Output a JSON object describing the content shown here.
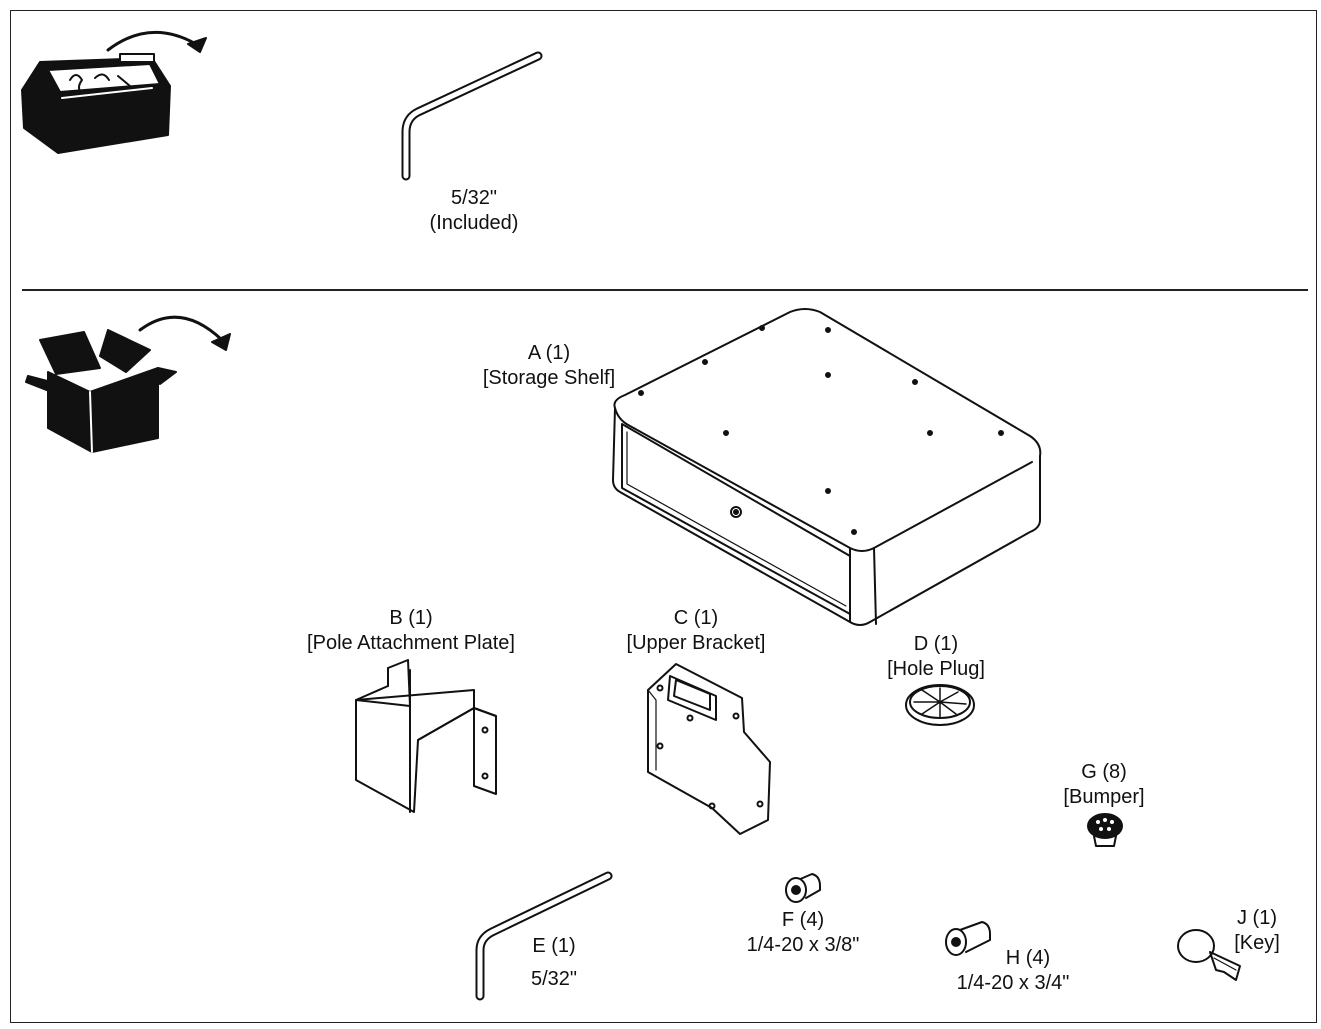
{
  "tools": {
    "hex_key_size": "5/32\"",
    "hex_key_note": "(Included)"
  },
  "parts": {
    "A": {
      "id": "A (1)",
      "name": "[Storage Shelf]"
    },
    "B": {
      "id": "B (1)",
      "name": "[Pole Attachment Plate]"
    },
    "C": {
      "id": "C (1)",
      "name": "[Upper Bracket]"
    },
    "D": {
      "id": "D (1)",
      "name": "[Hole Plug]"
    },
    "E": {
      "id": "E (1)",
      "name": "5/32\""
    },
    "F": {
      "id": "F (4)",
      "name": "1/4-20 x 3/8\""
    },
    "G": {
      "id": "G (8)",
      "name": "[Bumper]"
    },
    "H": {
      "id": "H (4)",
      "name": "1/4-20 x 3/4\""
    },
    "J": {
      "id": "J (1)",
      "name": "[Key]"
    }
  }
}
